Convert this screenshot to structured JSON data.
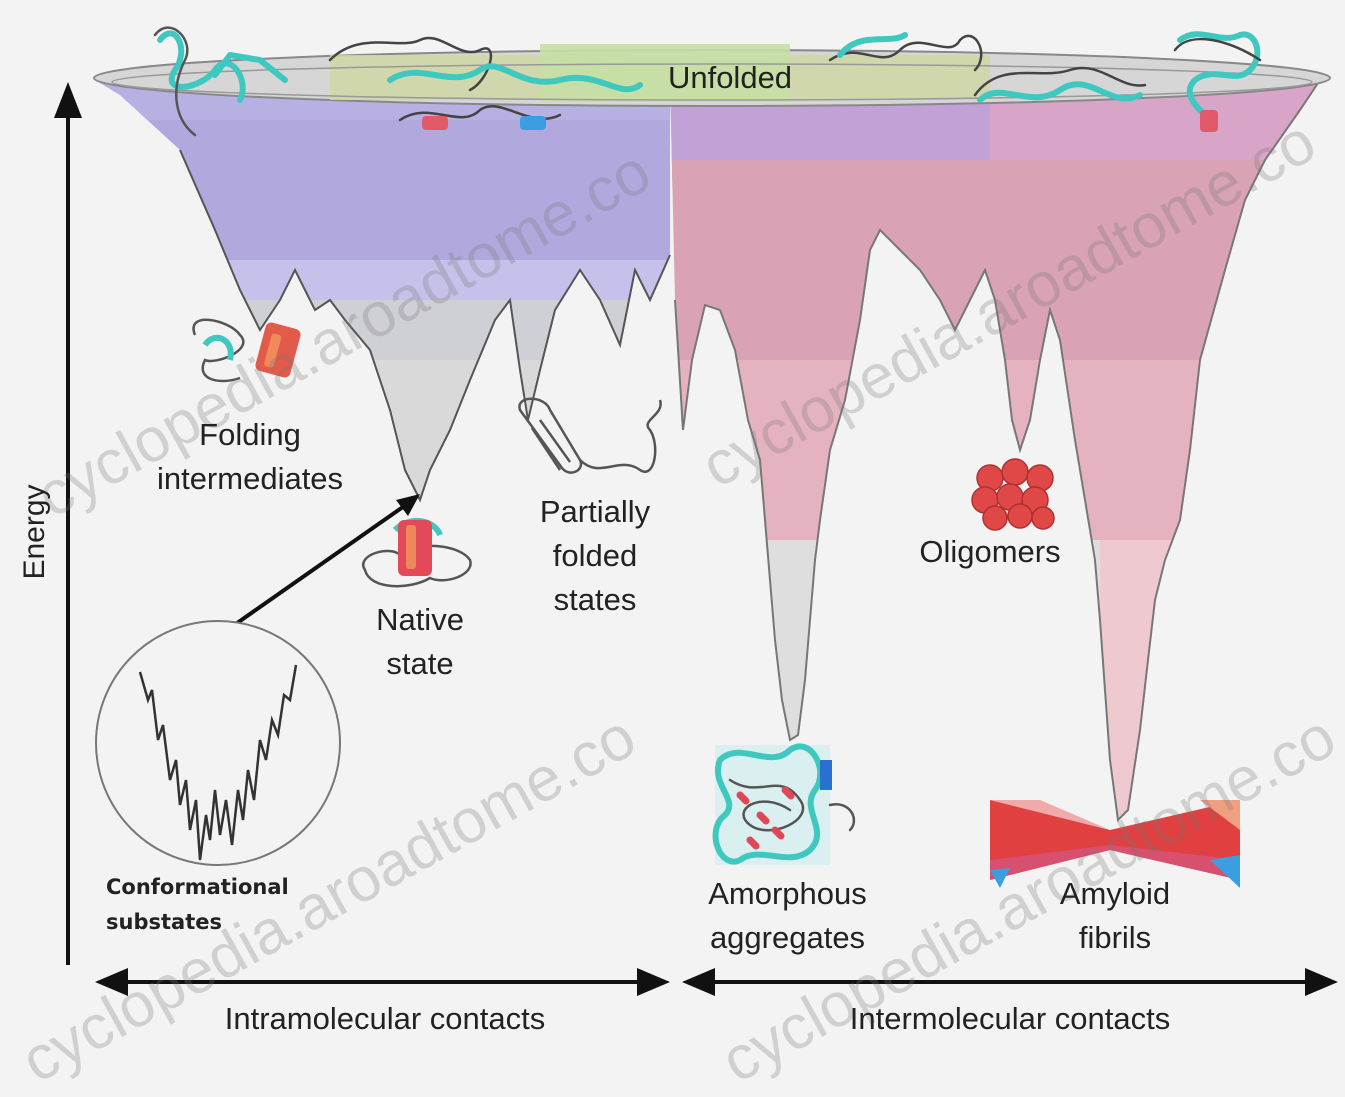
{
  "labels": {
    "unfolded": "Unfolded",
    "folding_intermediates_1": "Folding",
    "folding_intermediates_2": "intermediates",
    "native_state_1": "Native",
    "native_state_2": "state",
    "partially_folded_1": "Partially",
    "partially_folded_2": "folded",
    "partially_folded_3": "states",
    "oligomers": "Oligomers",
    "amorphous_1": "Amorphous",
    "amorphous_2": "aggregates",
    "amyloid_1": "Amyloid",
    "amyloid_2": "fibrils",
    "conformational_1": "Conformational",
    "conformational_2": "substates"
  },
  "axes": {
    "y_label": "Energy",
    "x_left": "Intramolecular contacts",
    "x_right": "Intermolecular contacts"
  },
  "watermark": "cyclopedia.aroadtome.co",
  "colors": {
    "intra_funnel": "#b0a8dc",
    "inter_funnel": "#d8a2b2",
    "funnel_grey": "#d4d4d4",
    "unfolded_band": "#cfd6a0",
    "protein_chain": "#3ac9c0",
    "helix": "#e8484a",
    "axis": "#111111"
  }
}
